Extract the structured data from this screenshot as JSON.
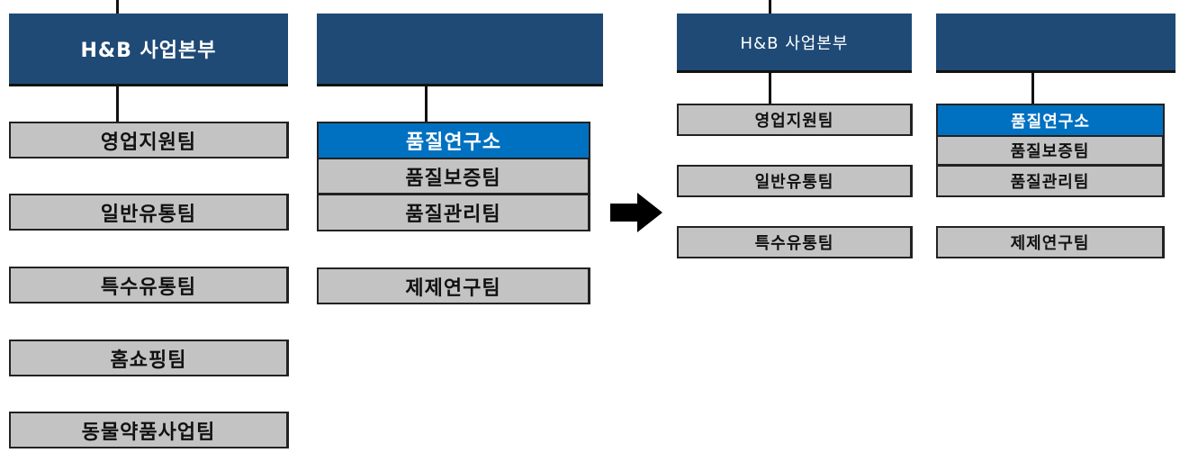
{
  "before": {
    "division": "H&B 사업본부",
    "left_teams": [
      "영업지원팀",
      "일반유통팀",
      "특수유통팀",
      "홈쇼핑팀",
      "동물약품사업팀"
    ],
    "research_institute": "품질연구소",
    "research_teams": [
      "품질보증팀",
      "품질관리팀"
    ],
    "formulation_team": "제제연구팀"
  },
  "after": {
    "division": "H&B 사업본부",
    "left_teams": [
      "영업지원팀",
      "일반유통팀",
      "특수유통팀"
    ],
    "research_institute": "품질연구소",
    "research_teams": [
      "품질보증팀",
      "품질관리팀"
    ],
    "formulation_team": "제제연구팀"
  },
  "arrow_icon": "right-arrow-icon",
  "colors": {
    "navy": "#1f4a76",
    "blue": "#0070c0",
    "gray": "#c3c3c3"
  }
}
